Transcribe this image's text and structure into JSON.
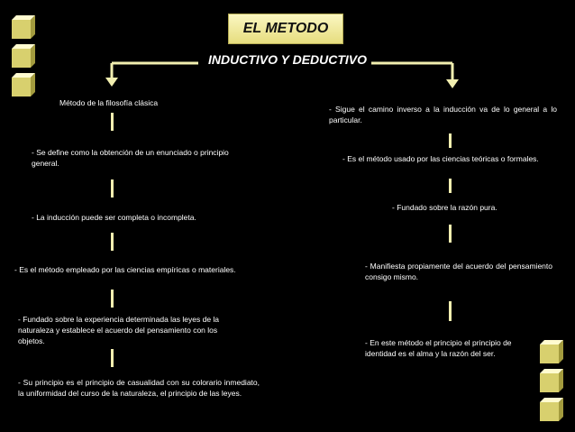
{
  "title": "EL METODO",
  "subtitle": "INDUCTIVO Y DEDUCTIVO",
  "colors": {
    "cube_face": "#d8d06e",
    "cube_top": "#fffbd0",
    "cube_side": "#a39b3e",
    "title_bg": "#f5efa8",
    "connector": "#f2efb0"
  },
  "left": {
    "heading": "Método de la filosofía clásica",
    "items": [
      "- Se define como la obtención de un enunciado o principio general.",
      "- La inducción puede ser completa o incompleta.",
      "- Es el método empleado por las ciencias empíricas o materiales.",
      "- Fundado sobre la experiencia determinada las leyes de la naturaleza y establece el acuerdo del pensamiento con los objetos.",
      "- Su principio es el principio de casualidad con su colorario inmediato, la uniformidad del curso de la naturaleza, el principio de las leyes."
    ]
  },
  "right": {
    "items": [
      "- Sigue el camino inverso a la inducción va de lo general a lo particular.",
      "- Es el método usado por las ciencias teóricas o formales.",
      "- Fundado sobre la razón pura.",
      "- Manifiesta propiamente del acuerdo del pensamiento consigo mismo.",
      "- En este método el principio el principio de identidad es el alma y la razón del ser."
    ]
  }
}
